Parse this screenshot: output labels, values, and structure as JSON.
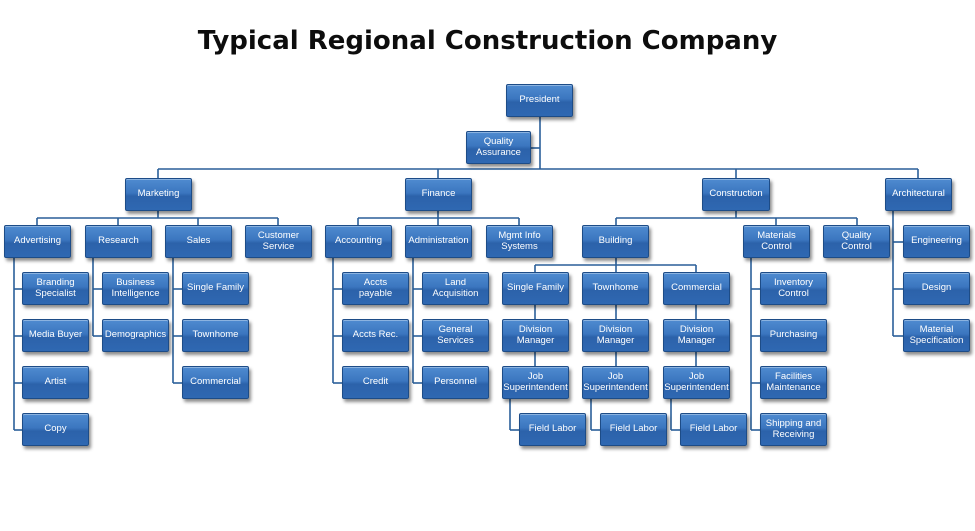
{
  "title": "Typical Regional Construction Company",
  "colors": {
    "node_fill": "#3b76bf",
    "node_border": "#1d4c87",
    "connector": "#2a5f99"
  },
  "nodes": {
    "president": "President",
    "quality_assurance": "Quality Assurance",
    "marketing": "Marketing",
    "finance": "Finance",
    "construction": "Construction",
    "architectural": "Architectural",
    "advertising": "Advertising",
    "research": "Research",
    "sales": "Sales",
    "customer_service": "Customer Service",
    "branding_specialist": "Branding Specialist",
    "media_buyer": "Media Buyer",
    "artist": "Artist",
    "copy": "Copy",
    "business_intelligence": "Business Intelligence",
    "demographics": "Demographics",
    "sales_single_family": "Single Family",
    "sales_townhome": "Townhome",
    "sales_commercial": "Commercial",
    "accounting": "Accounting",
    "administration": "Administration",
    "mgmt_info_systems": "Mgmt Info Systems",
    "accts_payable": "Accts payable",
    "accts_rec": "Accts Rec.",
    "credit": "Credit",
    "land_acquisition": "Land Acquisition",
    "general_services": "General Services",
    "personnel": "Personnel",
    "building": "Building",
    "materials_control": "Materials Control",
    "quality_control": "Quality Control",
    "bld_single_family": "Single Family",
    "bld_townhome": "Townhome",
    "bld_commercial": "Commercial",
    "division_manager_1": "Division Manager",
    "division_manager_2": "Division Manager",
    "division_manager_3": "Division Manager",
    "job_superintendent_1": "Job Superintendent",
    "job_superintendent_2": "Job Superintendent",
    "job_superintendent_3": "Job Superintendent",
    "field_labor_1": "Field Labor",
    "field_labor_2": "Field Labor",
    "field_labor_3": "Field Labor",
    "inventory_control": "Inventory Control",
    "purchasing": "Purchasing",
    "facilities_maintenance": "Facilities Maintenance",
    "shipping_and_receiving": "Shipping and Receiving",
    "engineering": "Engineering",
    "design": "Design",
    "material_specification": "Material Specification"
  }
}
